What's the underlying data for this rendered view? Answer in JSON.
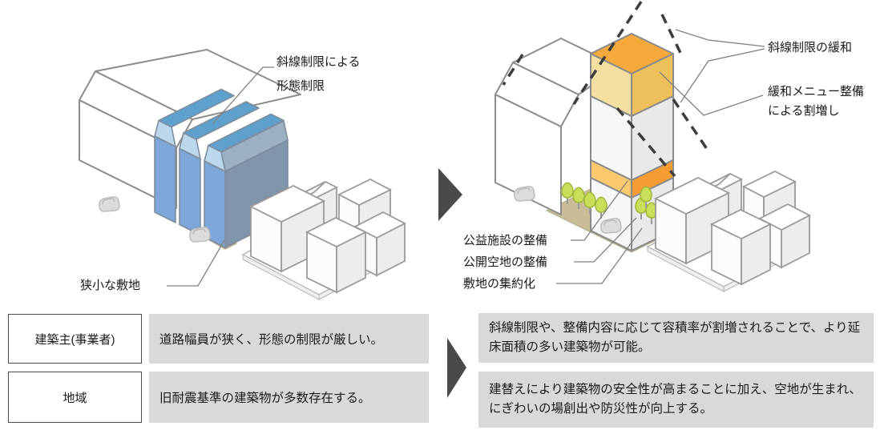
{
  "left_diagram": {
    "labels": {
      "restriction_line1": "斜線制限による",
      "restriction_line2": "形態制限",
      "small_site": "狭小な敷地"
    }
  },
  "right_diagram": {
    "labels": {
      "relaxation": "斜線制限の緩和",
      "bonus_line1": "緩和メニュー整備",
      "bonus_line2": "による割増し",
      "public_facility": "公益施設の整備",
      "open_space": "公開空地の整備",
      "site_consolidation": "敷地の集約化"
    }
  },
  "bottom_table": {
    "rows": [
      {
        "label": "建築主(事業者)",
        "desc": "道路幅員が狭く、形態の制限が厳しい。"
      },
      {
        "label": "地域",
        "desc": "旧耐震基準の建築物が多数存在する。"
      }
    ]
  },
  "results": {
    "box1": "斜線制限や、整備内容に応じて容積率が割増されることで、より延床面積の多い建築物が可能。",
    "box2": "建替えにより建築物の安全性が高まることに加え、空地が生まれ、にぎわいの場創出や防災性が向上する。"
  },
  "colors": {
    "building_blue_front": "#7ea6d8",
    "building_blue_top": "#5fa0cd",
    "building_blue_bevel": "#bcd7eb",
    "building_blue_side": "#8095a9",
    "tower_cap_top": "#f5a93c",
    "tower_cap_front": "#f5dfa0",
    "tower_cap_side": "#edc05c",
    "tower_band_front": "#fbca6e",
    "tower_band_side": "#f59d33",
    "tree_green": "#c9de59",
    "ground_tan": "#c9bc98",
    "arrow_gray": "#4a4a4a",
    "box_gray": "#d9d9d9"
  }
}
